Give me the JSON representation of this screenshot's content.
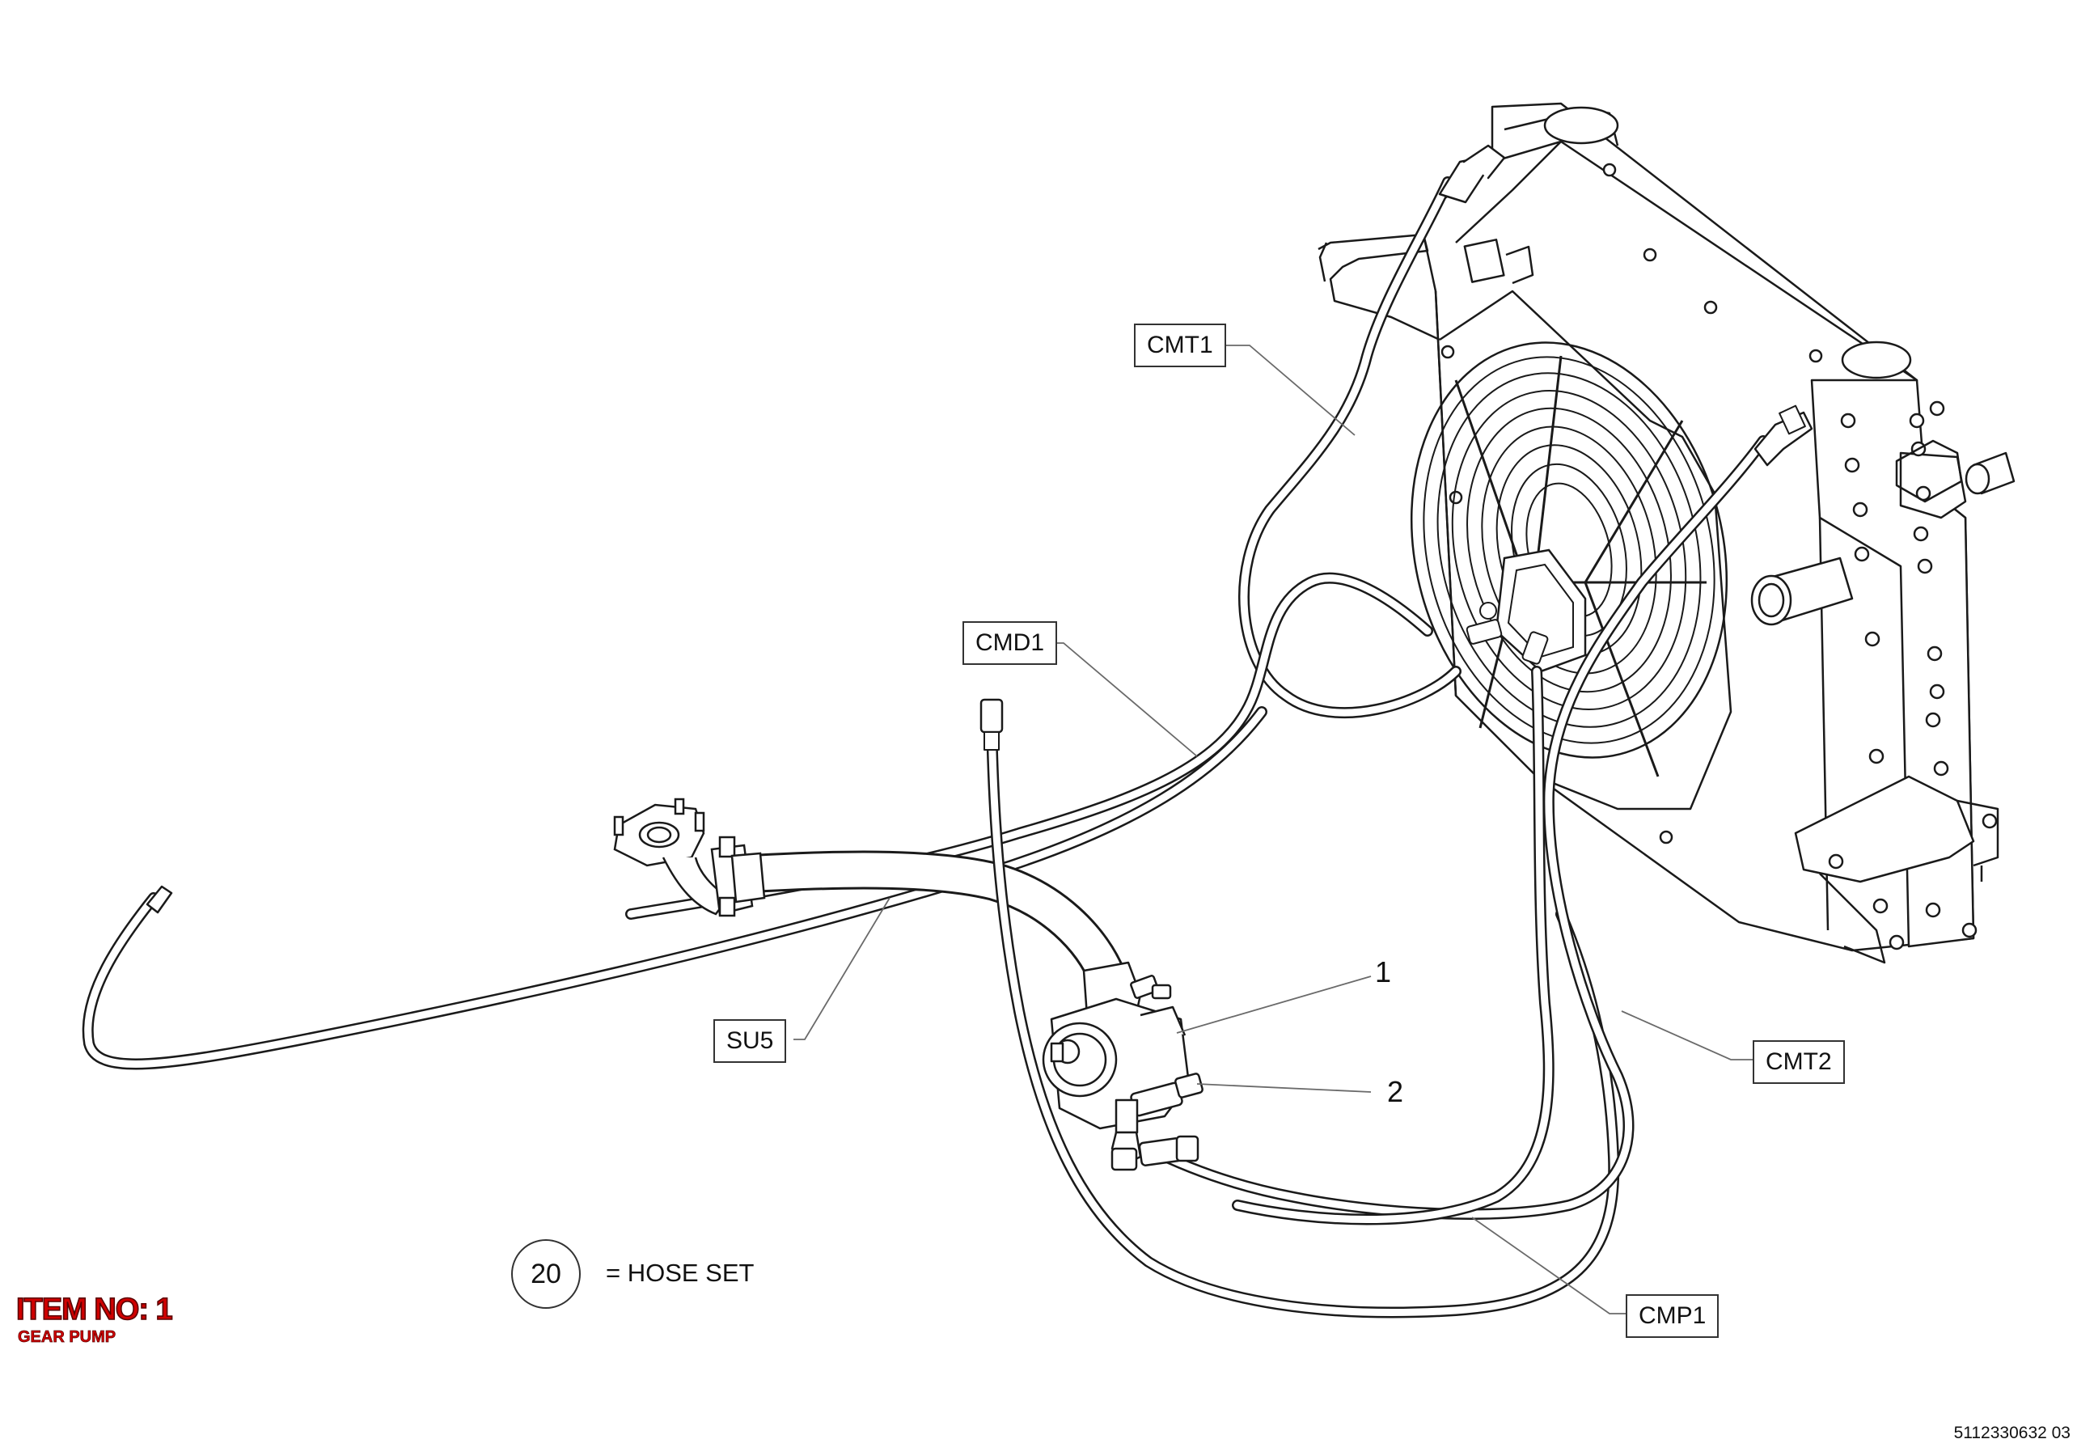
{
  "callouts": {
    "cmt1": "CMT1",
    "cmd1": "CMD1",
    "su5": "SU5",
    "cmt2": "CMT2",
    "cmp1": "CMP1",
    "item1": "1",
    "item2": "2"
  },
  "legend": {
    "number": "20",
    "text": "= HOSE SET"
  },
  "item": {
    "title": "ITEM NO: 1",
    "subtitle": "GEAR PUMP"
  },
  "drawing_number": "5112330632 03",
  "colors": {
    "line": "#1a1a1a",
    "item_red": "#d00000"
  }
}
